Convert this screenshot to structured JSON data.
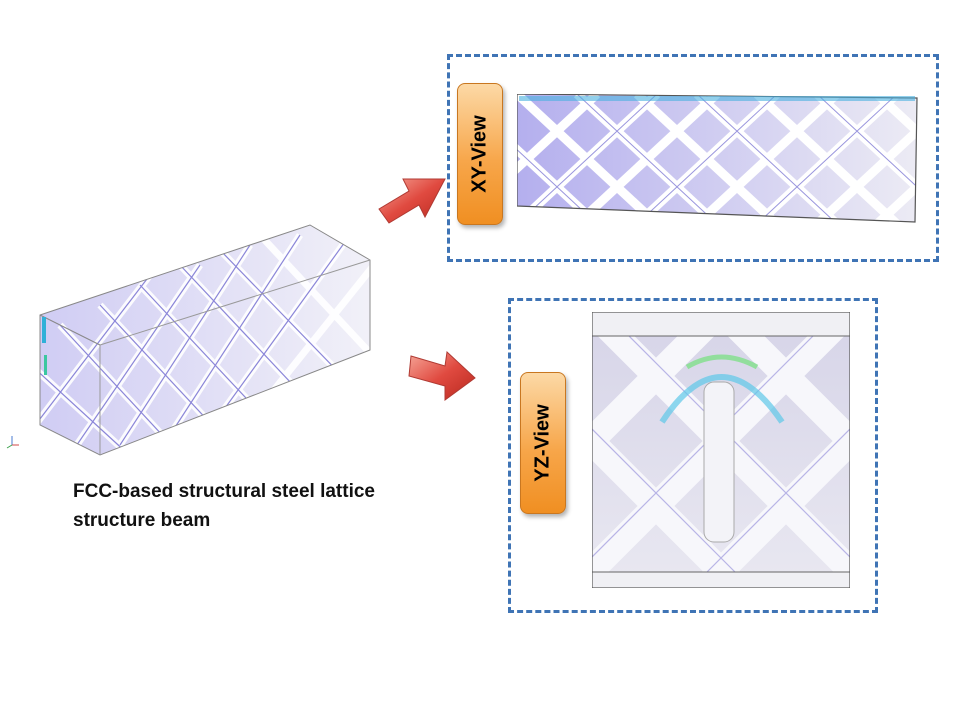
{
  "caption": "FCC-based structural steel lattice structure beam",
  "views": [
    {
      "label": "XY-View"
    },
    {
      "label": "YZ-View"
    }
  ],
  "colors": {
    "frame_border": "#3f74b5",
    "label_fill": "#f7a64a",
    "arrow_fill": "#e04a40",
    "lattice_fill": "#c9c6ee",
    "lattice_edge": "#7a74d6"
  },
  "icons": [
    "lattice-beam-3d-icon",
    "right-arrow-icon",
    "axis-triad-icon"
  ]
}
